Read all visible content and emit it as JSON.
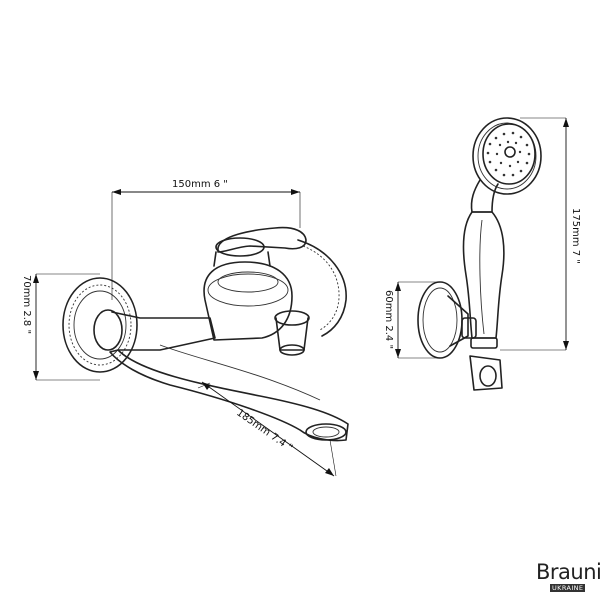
{
  "dimensions": {
    "faucet_width": "150mm 6 \"",
    "faucet_height": "70mm 2.8 \"",
    "spout_length": "185mm 7.4 \"",
    "holder_height": "60mm 2.4 \"",
    "handshower_length": "175mm 7 \""
  },
  "logo": {
    "main": "Brauni",
    "sub": "UKRAINE"
  },
  "colors": {
    "line": "#222222",
    "background": "#ffffff"
  }
}
